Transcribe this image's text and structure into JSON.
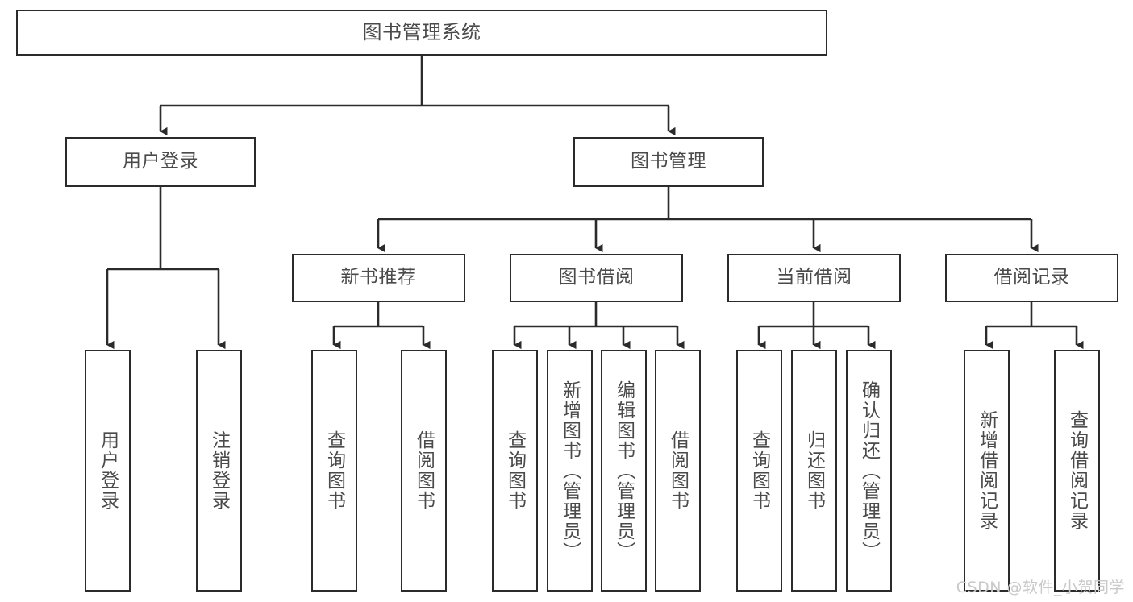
{
  "diagram": {
    "title": "图书管理系统",
    "type": "tree",
    "root": {
      "label": "图书管理系统"
    },
    "level2": [
      {
        "label": "用户登录"
      },
      {
        "label": "图书管理"
      }
    ],
    "level3": [
      {
        "label": "新书推荐"
      },
      {
        "label": "图书借阅"
      },
      {
        "label": "当前借阅"
      },
      {
        "label": "借阅记录"
      }
    ],
    "leaves": {
      "user_login": [
        {
          "label": "用户登录"
        },
        {
          "label": "注销登录"
        }
      ],
      "new_book_rec": [
        {
          "label": "查询图书"
        },
        {
          "label": "借阅图书"
        }
      ],
      "book_borrow": [
        {
          "label": "查询图书"
        },
        {
          "label": "新增图书（管理员）"
        },
        {
          "label": "编辑图书（管理员）"
        },
        {
          "label": "借阅图书"
        }
      ],
      "current_borrow": [
        {
          "label": "查询图书"
        },
        {
          "label": "归还图书"
        },
        {
          "label": "确认归还（管理员）"
        }
      ],
      "borrow_record": [
        {
          "label": "新增借阅记录"
        },
        {
          "label": "查询借阅记录"
        }
      ]
    }
  },
  "watermark": {
    "text": "CSDN @软件_小贺同学"
  },
  "colors": {
    "border": "#2b2b2b",
    "text": "#4a4a4a",
    "background": "#ffffff",
    "watermark": "#c9c9c9"
  }
}
